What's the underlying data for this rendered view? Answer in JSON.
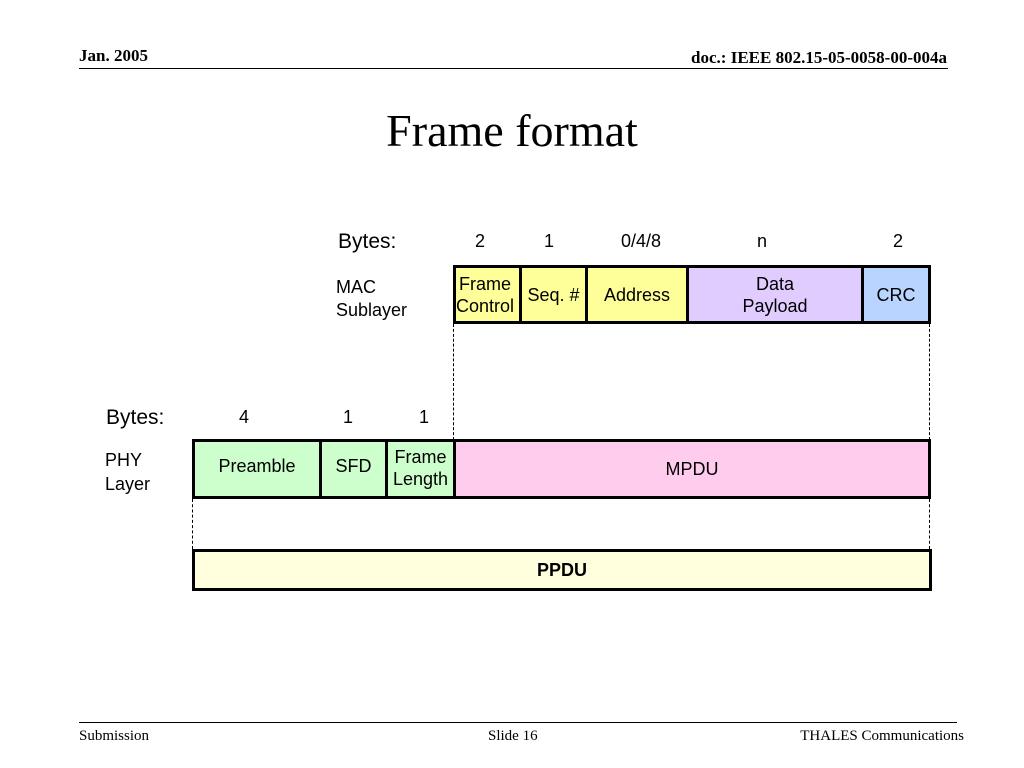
{
  "header": {
    "date": "Jan. 2005",
    "doc": "doc.: IEEE 802.15-05-0058-00-004a"
  },
  "title": "Frame format",
  "mac": {
    "bytes_label": "Bytes:",
    "layer_label_1": "MAC",
    "layer_label_2": "Sublayer",
    "fields": [
      {
        "line1": "Frame",
        "line2": "Control",
        "bytes": "2",
        "color": "#ffff99"
      },
      {
        "line1": "Seq. #",
        "line2": "",
        "bytes": "1",
        "color": "#ffff99"
      },
      {
        "line1": "Address",
        "line2": "",
        "bytes": "0/4/8",
        "color": "#ffff99"
      },
      {
        "line1": "Data",
        "line2": "Payload",
        "bytes": "n",
        "color": "#e1ccff"
      },
      {
        "line1": "CRC",
        "line2": "",
        "bytes": "2",
        "color": "#b8d4ff"
      }
    ]
  },
  "phy": {
    "bytes_label": "Bytes:",
    "layer_label_1": "PHY",
    "layer_label_2": "Layer",
    "fields": [
      {
        "line1": "Preamble",
        "line2": "",
        "bytes": "4",
        "color": "#ccffcc"
      },
      {
        "line1": "SFD",
        "line2": "",
        "bytes": "1",
        "color": "#ccffcc"
      },
      {
        "line1": "Frame",
        "line2": "Length",
        "bytes": "1",
        "color": "#ccffcc"
      },
      {
        "line1": "MPDU",
        "line2": "",
        "bytes": "",
        "color": "#ffccee"
      }
    ]
  },
  "ppdu": {
    "label": "PPDU",
    "color": "#ffffdd"
  },
  "footer": {
    "left": "Submission",
    "center": "Slide 16",
    "right": "THALES Communications"
  }
}
